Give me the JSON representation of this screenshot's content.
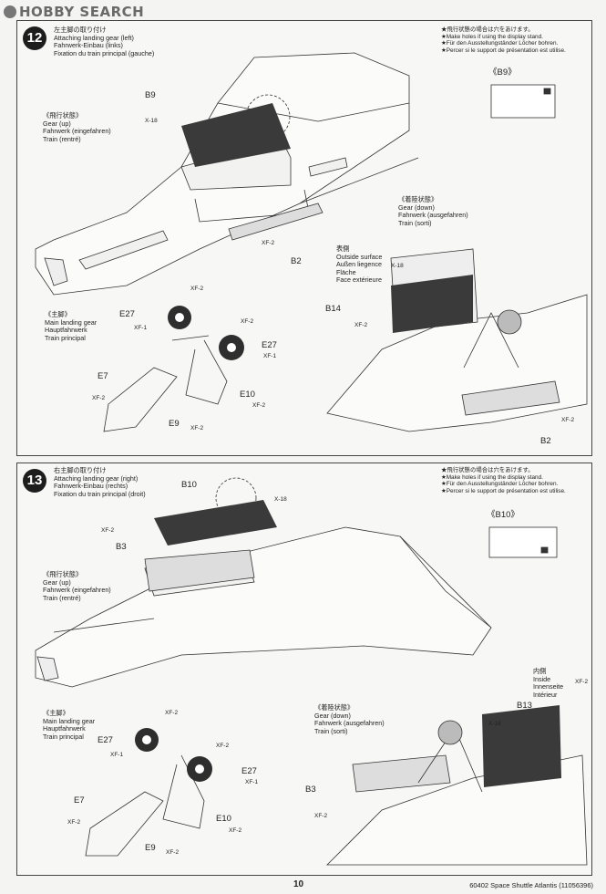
{
  "watermark": "HOBBY SEARCH",
  "step12": {
    "number": "12",
    "title_jp": "左主脚の取り付け",
    "title_lines": [
      "Attaching landing gear (left)",
      "Fahrwerk-Einbau (links)",
      "Fixation du train principal (gauche)"
    ],
    "note_lines": [
      "★飛行状態の場合は穴をあけます。",
      "★Make holes if using the display stand.",
      "★Für den Ausstellungständer Löcher bohren.",
      "★Percer si le support de présentation est utilise."
    ],
    "inset_label": "《B9》",
    "gear_up": {
      "jp": "《飛行状態》",
      "lines": [
        "Gear (up)",
        "Fahrwerk (eingefahren)",
        "Train (rentré)"
      ]
    },
    "gear_down": {
      "jp": "《着陸状態》",
      "lines": [
        "Gear (down)",
        "Fahrwerk (ausgefahren)",
        "Train (sorti)"
      ]
    },
    "main_gear": {
      "jp": "《主脚》",
      "lines": [
        "Main landing gear",
        "Hauptfahrwerk",
        "Train principal"
      ]
    },
    "surface": {
      "jp": "表側",
      "lines": [
        "Outside surface",
        "Außen liegence",
        "Fläche",
        "Face extérieure"
      ],
      "paint": "X-18"
    },
    "parts": {
      "b9": "B9",
      "b2a": "B2",
      "b2b": "B2",
      "b14": "B14",
      "e27a": "E27",
      "e27b": "E27",
      "e7": "E7",
      "e9": "E9",
      "e10": "E10"
    },
    "paints": {
      "x18": "X-18",
      "xf2a": "XF-2",
      "xf2b": "XF-2",
      "xf2c": "XF-2",
      "xf2d": "XF-2",
      "xf2e": "XF-2",
      "xf2f": "XF-2",
      "xf2g": "XF-2",
      "xf2h": "XF-2",
      "xf1a": "XF-1",
      "xf1b": "XF-1"
    }
  },
  "step13": {
    "number": "13",
    "title_jp": "右主脚の取り付け",
    "title_lines": [
      "Attaching landing gear (right)",
      "Fahrwerk-Einbau (rechts)",
      "Fixation du train principal (droit)"
    ],
    "note_lines": [
      "★飛行状態の場合は穴をあけます。",
      "★Make holes if using the display stand.",
      "★Für den Ausstellungständer Löcher bohren.",
      "★Percer si le support de présentation est utilise."
    ],
    "inset_label": "《B10》",
    "gear_up": {
      "jp": "《飛行状態》",
      "lines": [
        "Gear (up)",
        "Fahrwerk (eingefahren)",
        "Train (rentré)"
      ]
    },
    "gear_down": {
      "jp": "《着陸状態》",
      "lines": [
        "Gear (down)",
        "Fahrwerk (ausgefahren)",
        "Train (sorti)"
      ]
    },
    "main_gear": {
      "jp": "《主脚》",
      "lines": [
        "Main landing gear",
        "Hauptfahrwerk",
        "Train principal"
      ]
    },
    "surface": {
      "jp": "内側",
      "lines": [
        "Inside",
        "Innenseite",
        "Intérieur"
      ],
      "paint": "XF-2"
    },
    "parts": {
      "b10": "B10",
      "b3a": "B3",
      "b3b": "B3",
      "b13": "B13",
      "e27a": "E27",
      "e27b": "E27",
      "e7": "E7",
      "e9": "E9",
      "e10": "E10"
    },
    "paints": {
      "x18a": "X-18",
      "x18b": "X-18",
      "xf2a": "XF-2",
      "xf2b": "XF-2",
      "xf2c": "XF-2",
      "xf2d": "XF-2",
      "xf2e": "XF-2",
      "xf2f": "XF-2",
      "xf2g": "XF-2",
      "xf1a": "XF-1",
      "xf1b": "XF-1"
    }
  },
  "footer": {
    "page": "10",
    "product": "60402  Space Shuttle Atlantis (11056396)"
  }
}
